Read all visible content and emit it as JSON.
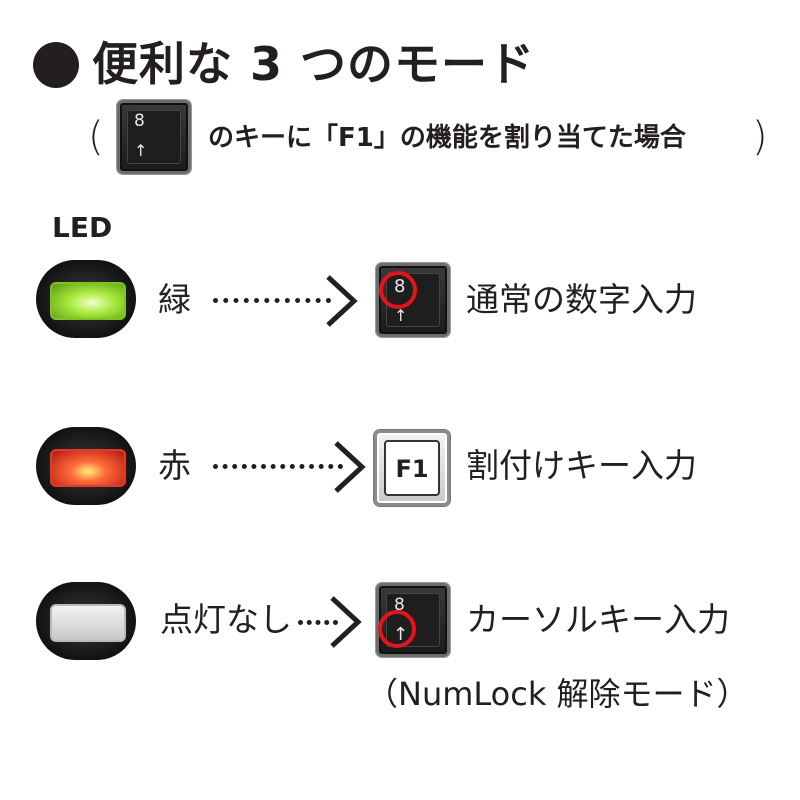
{
  "header": {
    "title": "便利な 3 つのモード",
    "paren_open": "(",
    "paren_close": ")",
    "subtitle": "のキーに「F1」の機能を割り当てた場合"
  },
  "led_heading": "LED",
  "key_glyphs": {
    "number": "8",
    "arrow": "↑",
    "assigned": "F1"
  },
  "modes": [
    {
      "led_color": "緑",
      "result": "通常の数字入力",
      "led_hex": "#9be33a"
    },
    {
      "led_color": "赤",
      "result": "割付けキー入力",
      "led_hex": "#ff3b2f"
    },
    {
      "led_color": "点灯なし",
      "result": "カーソルキー入力",
      "led_hex": "#d8d8d8"
    }
  ],
  "numlock_note": "（NumLock 解除モード）",
  "colors": {
    "highlight": "#e4131c",
    "text": "#231f20"
  }
}
